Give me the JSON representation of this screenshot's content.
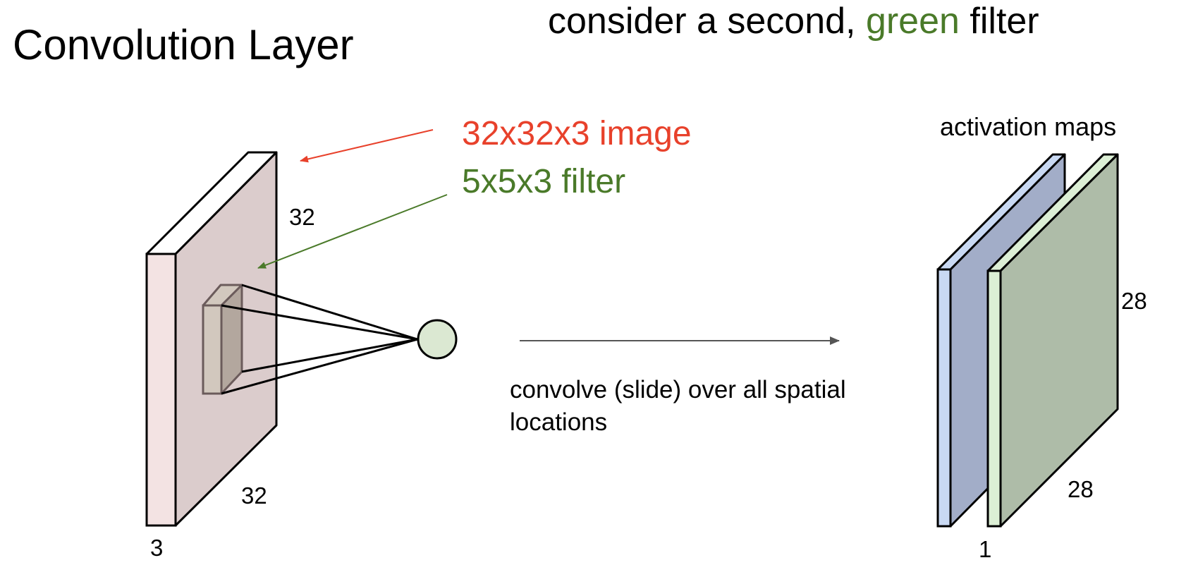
{
  "title": "Convolution Layer",
  "subtitle": {
    "before": "consider a second, ",
    "highlight": "green",
    "after": " filter"
  },
  "input_volume": {
    "label": "32x32x3 image",
    "height": "32",
    "width": "32",
    "depth": "3"
  },
  "filter": {
    "label": "5x5x3 filter"
  },
  "operation": {
    "label": "convolve (slide) over all spatial locations"
  },
  "activation_maps": {
    "label": "activation maps",
    "height": "28",
    "width": "28",
    "depth": "1"
  },
  "colors": {
    "image_accent": "#e8412b",
    "filter_accent": "#4a7a29",
    "input_volume_front": "#dbcccc",
    "input_volume_side": "#f3e3e3",
    "filter_front": "#b3a79e",
    "filter_side": "#d2c8be",
    "neuron_fill": "#dbe8d2",
    "map1_front": "#a2adc8",
    "map1_side": "#c9d9f3",
    "map2_front": "#aebca8",
    "map2_side": "#dcefd5"
  }
}
